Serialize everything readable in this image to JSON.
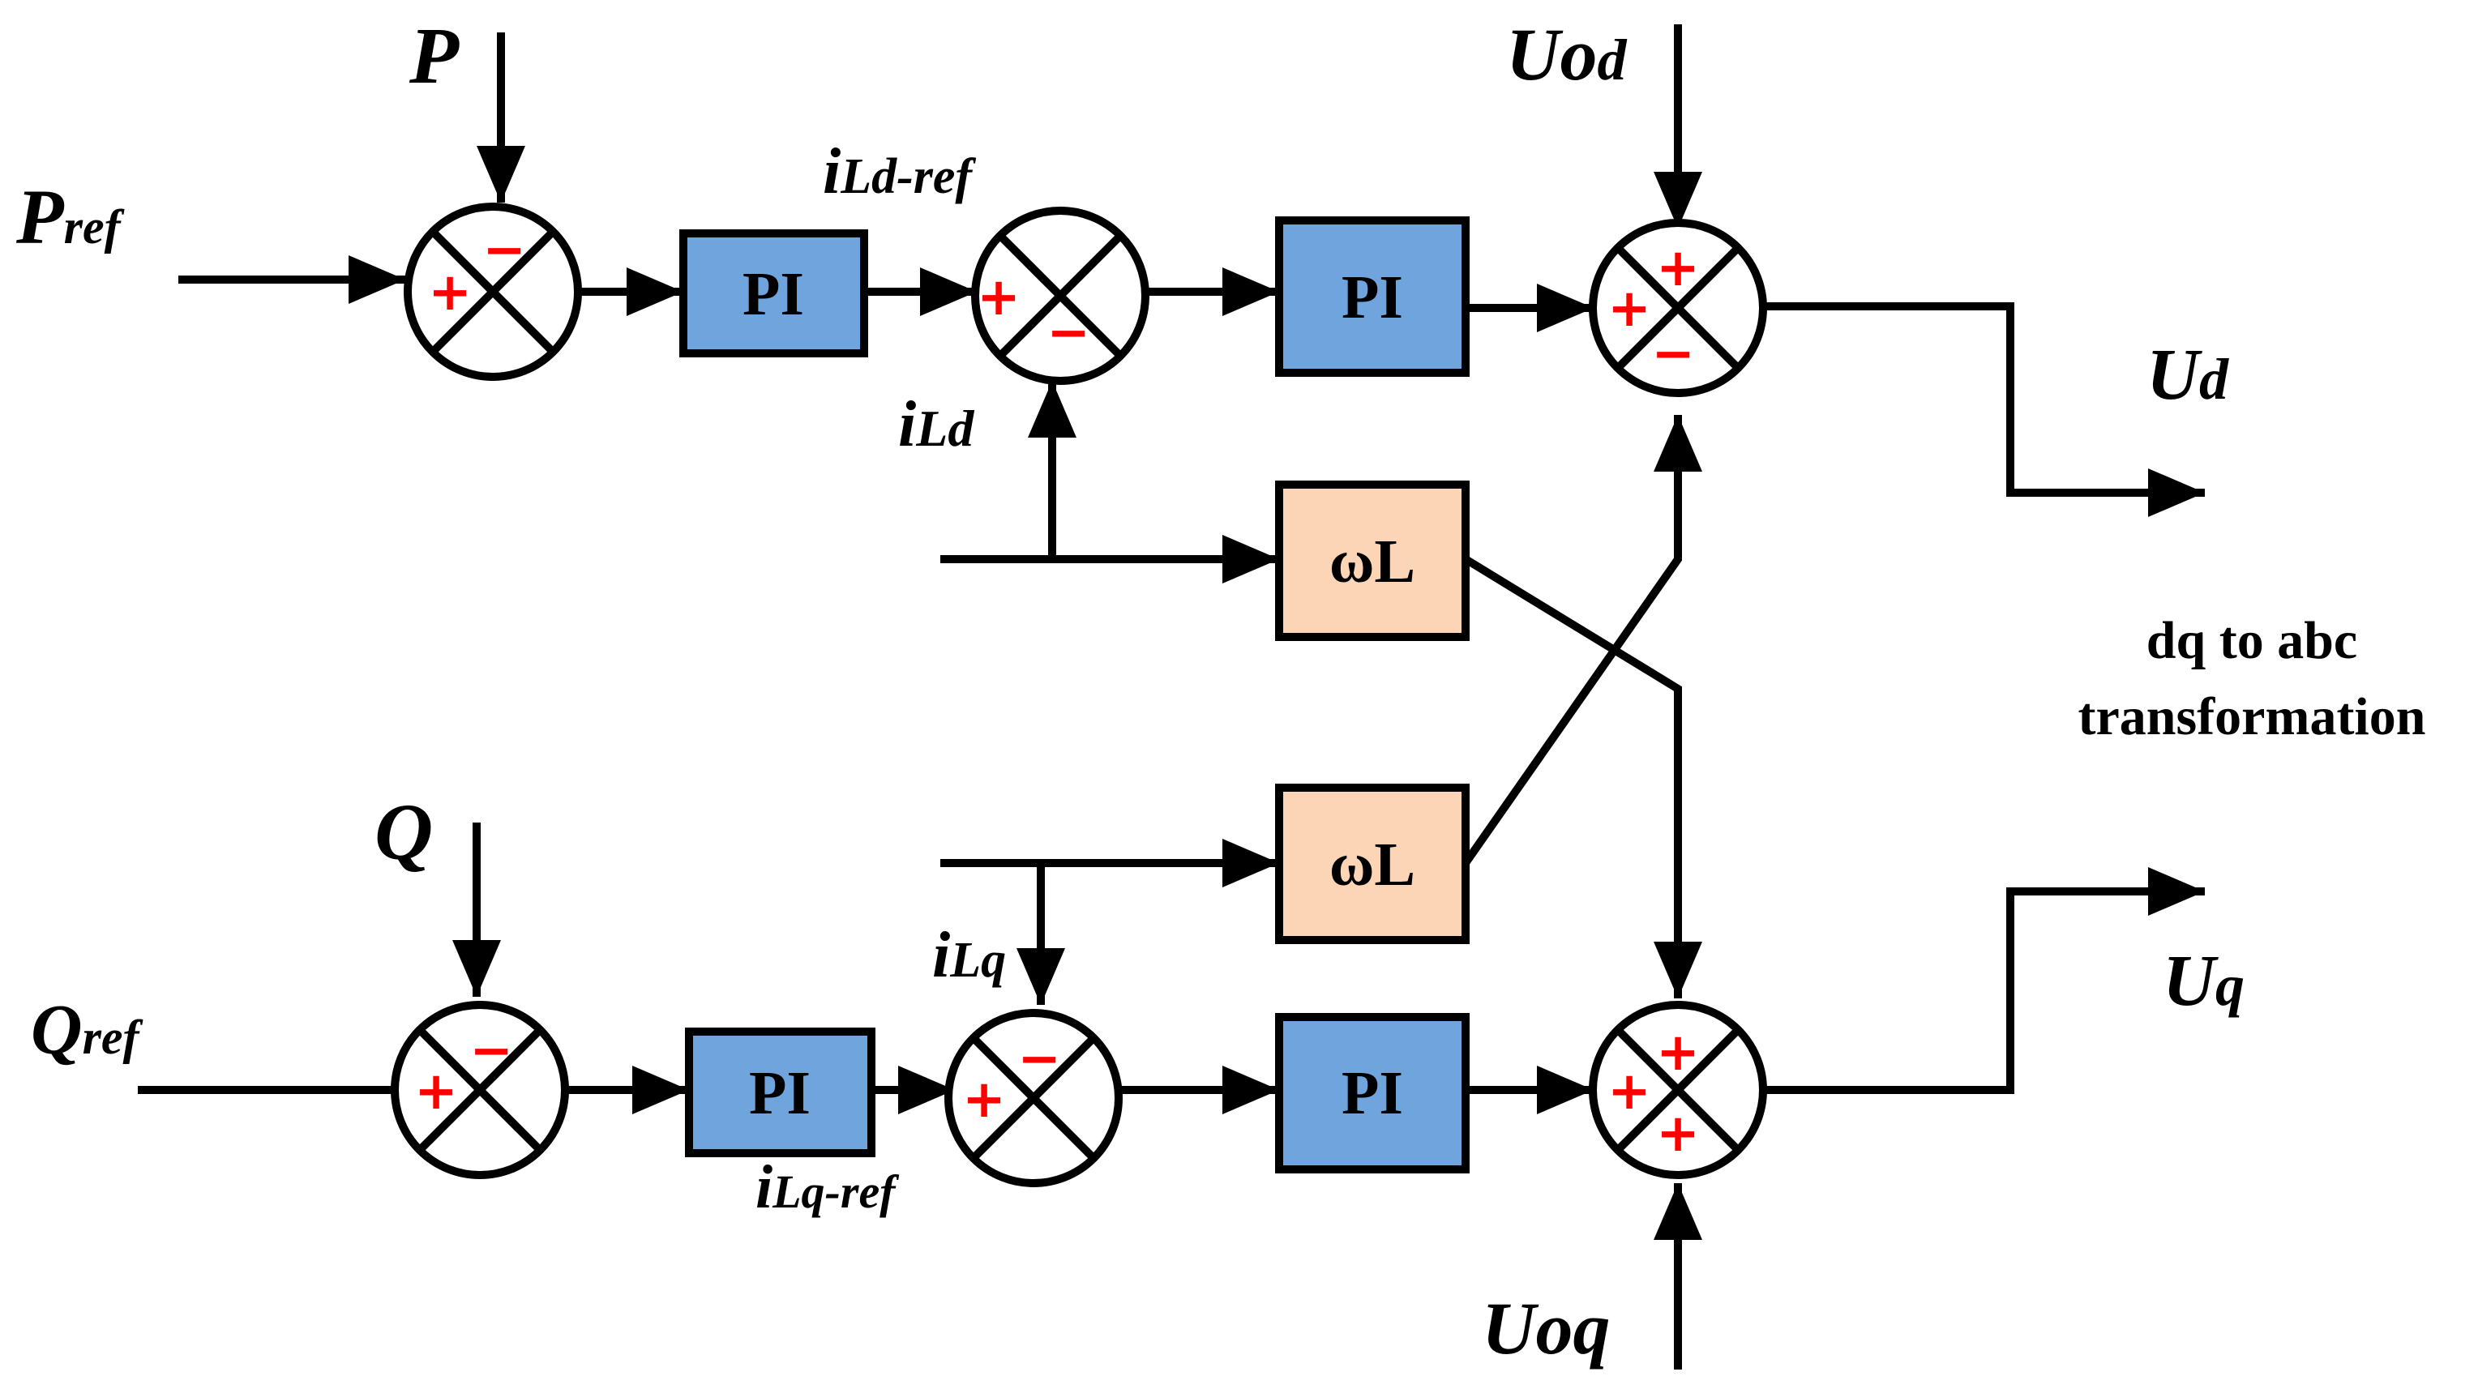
{
  "colors": {
    "pi_block": "#6fa5dc",
    "wl_block": "#fbd5b5",
    "sign": "#ff0000",
    "line": "#000000"
  },
  "blocks": {
    "pi_1": "PI",
    "pi_2": "PI",
    "pi_3": "PI",
    "pi_4": "PI",
    "wl_1": "ωL",
    "wl_2": "ωL"
  },
  "signs": {
    "sj1": {
      "top": "−",
      "left": "+"
    },
    "sj2": {
      "left": "+",
      "bottom": "−"
    },
    "sj3": {
      "top": "+",
      "left": "+",
      "bottom": "−"
    },
    "sj4": {
      "top": "−",
      "left": "+"
    },
    "sj5": {
      "top": "−",
      "left": "+"
    },
    "sj6": {
      "top": "+",
      "left": "+",
      "bottom": "+"
    }
  },
  "labels": {
    "p": "P",
    "pref_main": "P",
    "pref_sub": "ref",
    "ild_ref_main": "i",
    "ild_ref_sub": "Ld-ref",
    "ild_main": "i",
    "ild_sub": "Ld",
    "uod_main": "Uo",
    "uod_sub": "d",
    "ud_main": "U",
    "ud_sub": "d",
    "transform_line1": "dq to abc",
    "transform_line2": "transformation",
    "q": "Q",
    "qref_main": "Q",
    "qref_sub": "ref",
    "ilq_main": "i",
    "ilq_sub": "Lq",
    "ilq_ref_main": "i",
    "ilq_ref_sub": "Lq-ref",
    "uq_main": "U",
    "uq_sub": "q",
    "uoq": "Uoq"
  }
}
